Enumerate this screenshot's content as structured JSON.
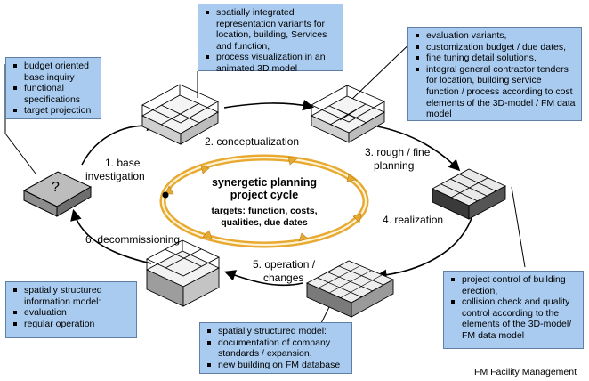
{
  "boxes": {
    "top_left": {
      "items": [
        "budget oriented base inquiry",
        "functional specifications",
        "target projection"
      ]
    },
    "top_center": {
      "items": [
        "spatially integrated representation variants for location, building, Services and function,",
        "process visualization in an animated 3D model"
      ]
    },
    "top_right": {
      "items": [
        "evaluation variants,",
        "customization budget / due dates,",
        "fine tuning detail solutions,",
        "integral general contractor tenders for location, building service function / process according to cost elements of the 3D-model / FM data model"
      ]
    },
    "bottom_left": {
      "items": [
        "spatially structured information model:",
        "evaluation",
        "regular operation"
      ]
    },
    "bottom_center": {
      "header": "spatially structured model:",
      "items": [
        "documentation of company standards / expansion,",
        "new building on FM database"
      ]
    },
    "bottom_right": {
      "items": [
        "project control of building erection,",
        "collision check and quality control according to the elements of the 3D-model/ FM data model"
      ]
    }
  },
  "stages": {
    "s1_line1": "1. base",
    "s1_line2": "investigation",
    "s2": "2. conceptualization",
    "s3_line1": "3. rough /  fine",
    "s3_line2": "planning",
    "s4": "4. realization",
    "s5_line1": "5. operation /",
    "s5_line2": "changes",
    "s6": "6. decommissioning"
  },
  "center": {
    "title_line1": "synergetic planning",
    "title_line2": "project cycle",
    "targets_line1": "targets:  function, costs,",
    "targets_line2": "qualities, due dates"
  },
  "question_mark": "?",
  "footer": "FM Facility Management",
  "colors": {
    "box_fill": "#a9cbef",
    "ring": "#e7a92f",
    "ring_inner": "#fff3d8"
  }
}
